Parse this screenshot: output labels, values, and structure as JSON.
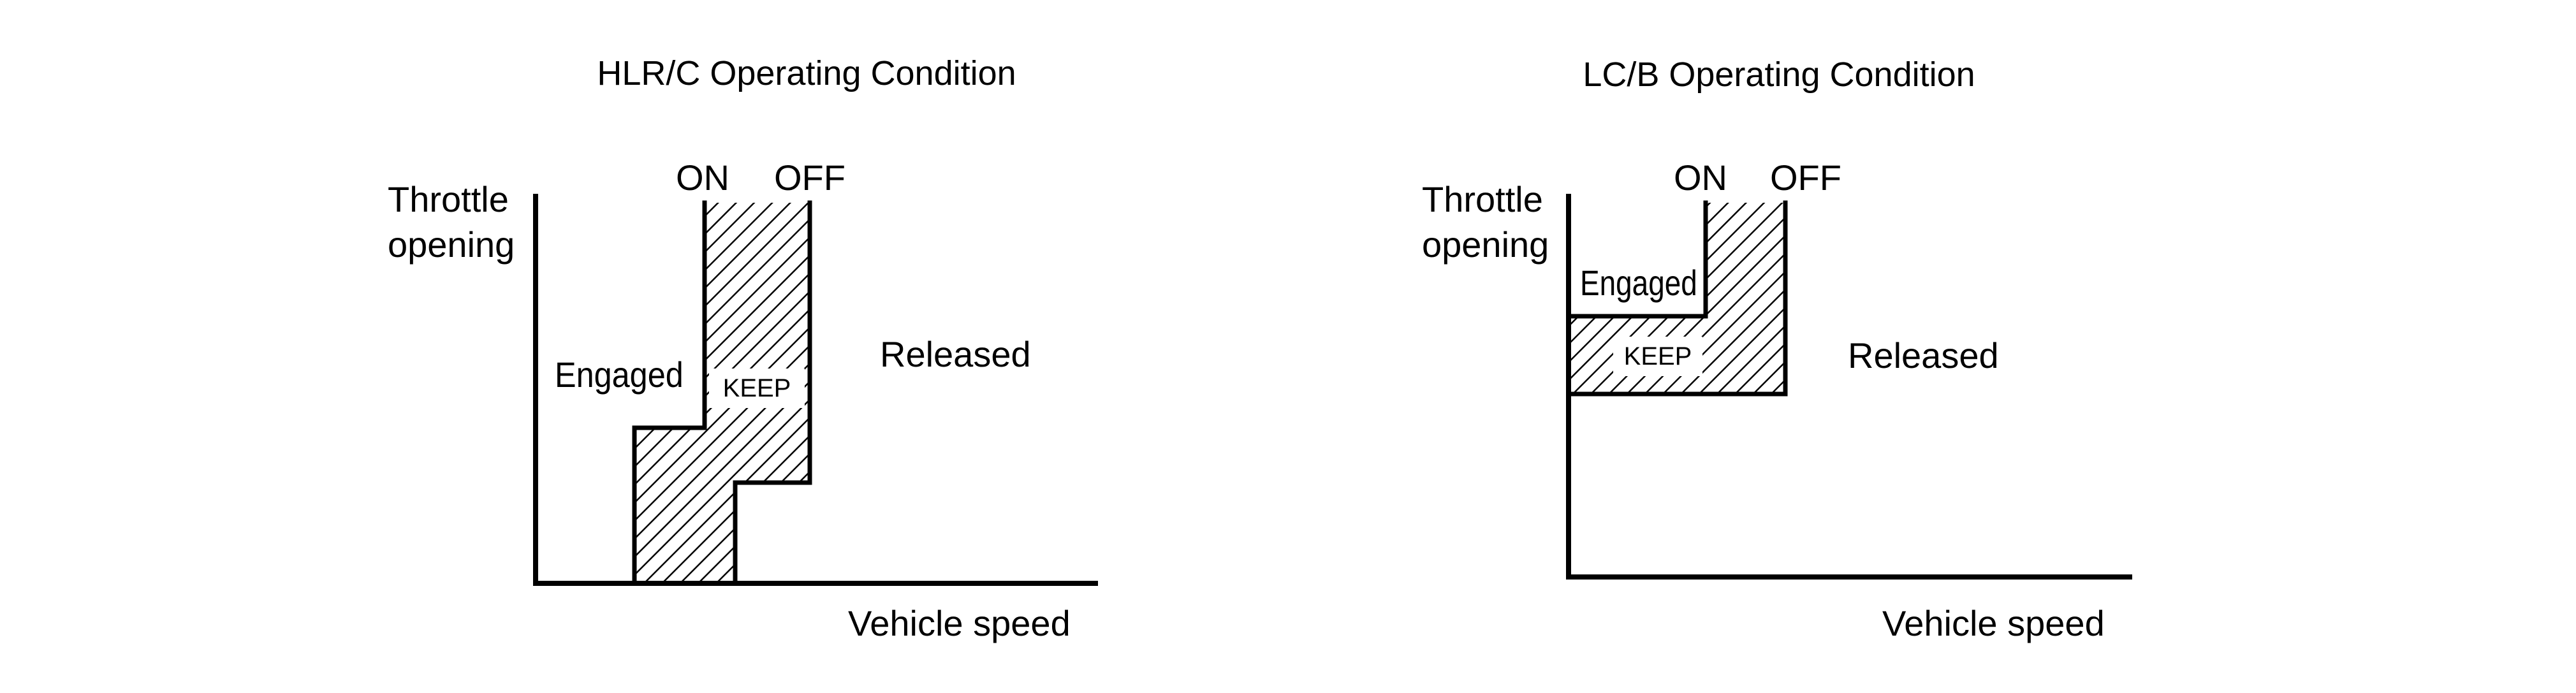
{
  "diagrams": [
    {
      "title": "HLR/C Operating Condition",
      "y_axis_label_line1": "Throttle",
      "y_axis_label_line2": "opening",
      "x_axis_label": "Vehicle speed",
      "on_label": "ON",
      "off_label": "OFF",
      "engaged_label": "Engaged",
      "released_label": "Released",
      "keep_label": "KEEP"
    },
    {
      "title": "LC/B Operating Condition",
      "y_axis_label_line1": "Throttle",
      "y_axis_label_line2": "opening",
      "x_axis_label": "Vehicle speed",
      "on_label": "ON",
      "off_label": "OFF",
      "engaged_label": "Engaged",
      "released_label": "Released",
      "keep_label": "KEEP"
    }
  ],
  "colors": {
    "ink": "#000000",
    "background": "#ffffff"
  }
}
